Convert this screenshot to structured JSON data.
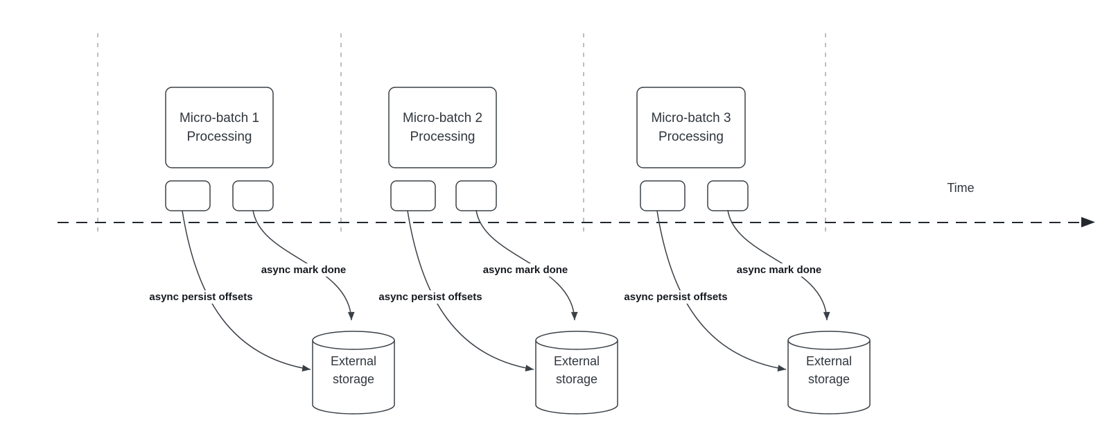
{
  "timeline": {
    "label": "Time"
  },
  "groups": [
    {
      "box_lines": [
        "Micro-batch 1",
        "Processing"
      ],
      "persist_label": "async persist offsets",
      "done_label": "async mark done",
      "storage_lines": [
        "External",
        "storage"
      ]
    },
    {
      "box_lines": [
        "Micro-batch 2",
        "Processing"
      ],
      "persist_label": "async persist offsets",
      "done_label": "async mark done",
      "storage_lines": [
        "External",
        "storage"
      ]
    },
    {
      "box_lines": [
        "Micro-batch 3",
        "Processing"
      ],
      "persist_label": "async persist offsets",
      "done_label": "async mark done",
      "storage_lines": [
        "External",
        "storage"
      ]
    }
  ],
  "colors": {
    "background": "#ffffff",
    "stroke": "#3a4047",
    "text": "#30363d",
    "bold_label": "#15181f",
    "timeline": "#23272e",
    "gridline": "#a9a9a9"
  }
}
